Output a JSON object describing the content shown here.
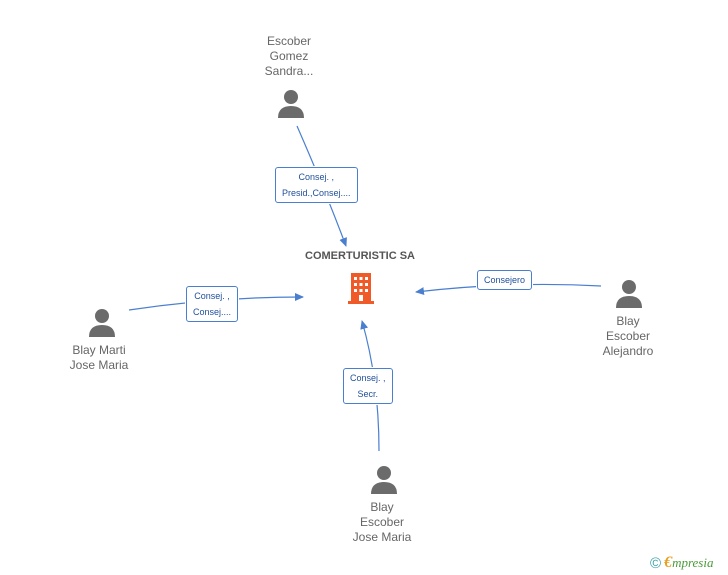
{
  "company": {
    "name": "COMERTURISTIC SA",
    "icon": "building-icon",
    "color": "#f05a28"
  },
  "persons": [
    {
      "id": "escober-gomez-sandra",
      "lines": [
        "Escober",
        "Gomez",
        "Sandra..."
      ]
    },
    {
      "id": "blay-marti-jose-maria",
      "lines": [
        "Blay Marti",
        "Jose Maria"
      ]
    },
    {
      "id": "blay-escober-alejandro",
      "lines": [
        "Blay",
        "Escober",
        "Alejandro"
      ]
    },
    {
      "id": "blay-escober-jose-maria",
      "lines": [
        "Blay",
        "Escober",
        "Jose Maria"
      ]
    }
  ],
  "edges": [
    {
      "from": "escober-gomez-sandra",
      "label_lines": [
        "Consej. ,",
        "Presid.,Consej...."
      ]
    },
    {
      "from": "blay-marti-jose-maria",
      "label_lines": [
        "Consej. ,",
        "Consej...."
      ]
    },
    {
      "from": "blay-escober-alejandro",
      "label_lines": [
        "Consejero"
      ]
    },
    {
      "from": "blay-escober-jose-maria",
      "label_lines": [
        "Consej. ,",
        "Secr."
      ]
    }
  ],
  "colors": {
    "edge": "#4a7fd0",
    "person_icon": "#6b6b6b",
    "text": "#666666"
  },
  "footer": {
    "copyright_symbol": "©",
    "brand_initial": "€",
    "brand_rest": "mpresia"
  }
}
